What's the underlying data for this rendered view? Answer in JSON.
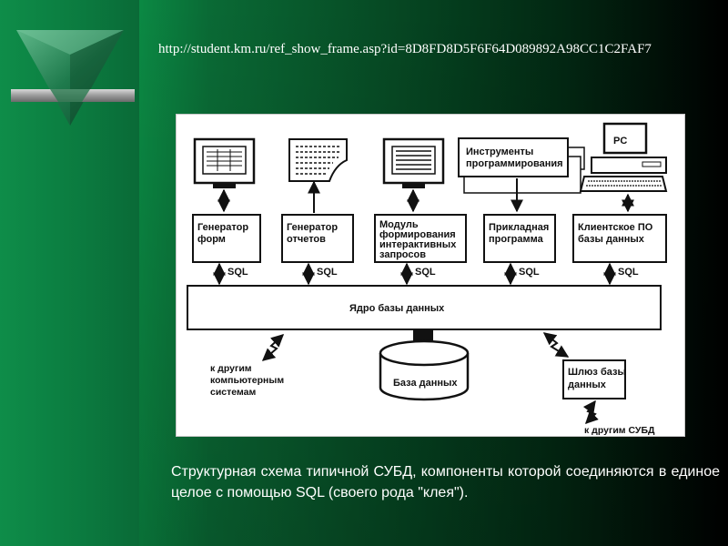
{
  "url": "http://student.km.ru/ref_show_frame.asp?id=8D8FD8D5F6F64D089892A98CC1C2FAF7",
  "caption": "Структурная схема типичной СУБД, компоненты которой соединяются в единое целое с помощью SQL (своего рода \"клея\").",
  "diagram": {
    "modules": {
      "form_generator": [
        "Генератор",
        "форм"
      ],
      "report_generator": [
        "Генератор",
        "отчетов"
      ],
      "interactive_query": [
        "Модуль",
        "формирования",
        "интерактивных",
        "запросов"
      ],
      "application": [
        "Прикладная",
        "программа"
      ],
      "client_software": [
        "Клиентское ПО",
        "базы данных"
      ]
    },
    "tools_box": [
      "Инструменты",
      "программирования"
    ],
    "pc_label": "PC",
    "sql_label": "SQL",
    "db_core": "Ядро базы данных",
    "database": "База данных",
    "other_systems": [
      "к другим",
      "компьютерным",
      "системам"
    ],
    "gateway": [
      "Шлюз базы",
      "данных"
    ],
    "other_dbms": "к другим СУБД"
  },
  "colors": {
    "sidebar_green": "#0b8a44",
    "background_dark": "#000000",
    "text": "#ffffff"
  }
}
